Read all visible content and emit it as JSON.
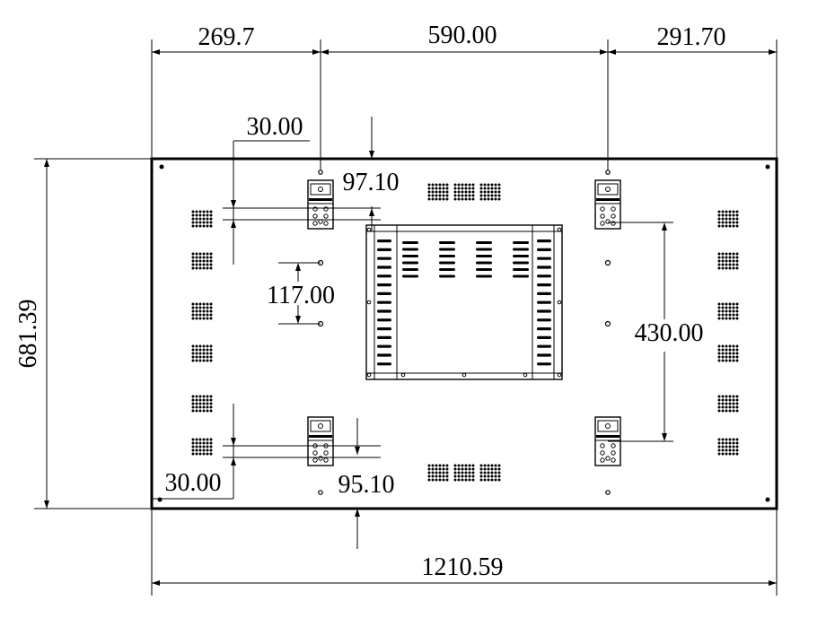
{
  "drawing": {
    "overall_width": "1210.59",
    "overall_height": "681.39",
    "left_offset": "269.7",
    "center_span": "590.00",
    "right_offset": "291.70",
    "top_bracket_offset": "30.00",
    "bottom_bracket_offset": "30.00",
    "top_bracket_distance": "97.10",
    "bottom_bracket_distance": "95.10",
    "left_hole_spacing": "117.00",
    "right_hole_spacing": "430.00"
  }
}
